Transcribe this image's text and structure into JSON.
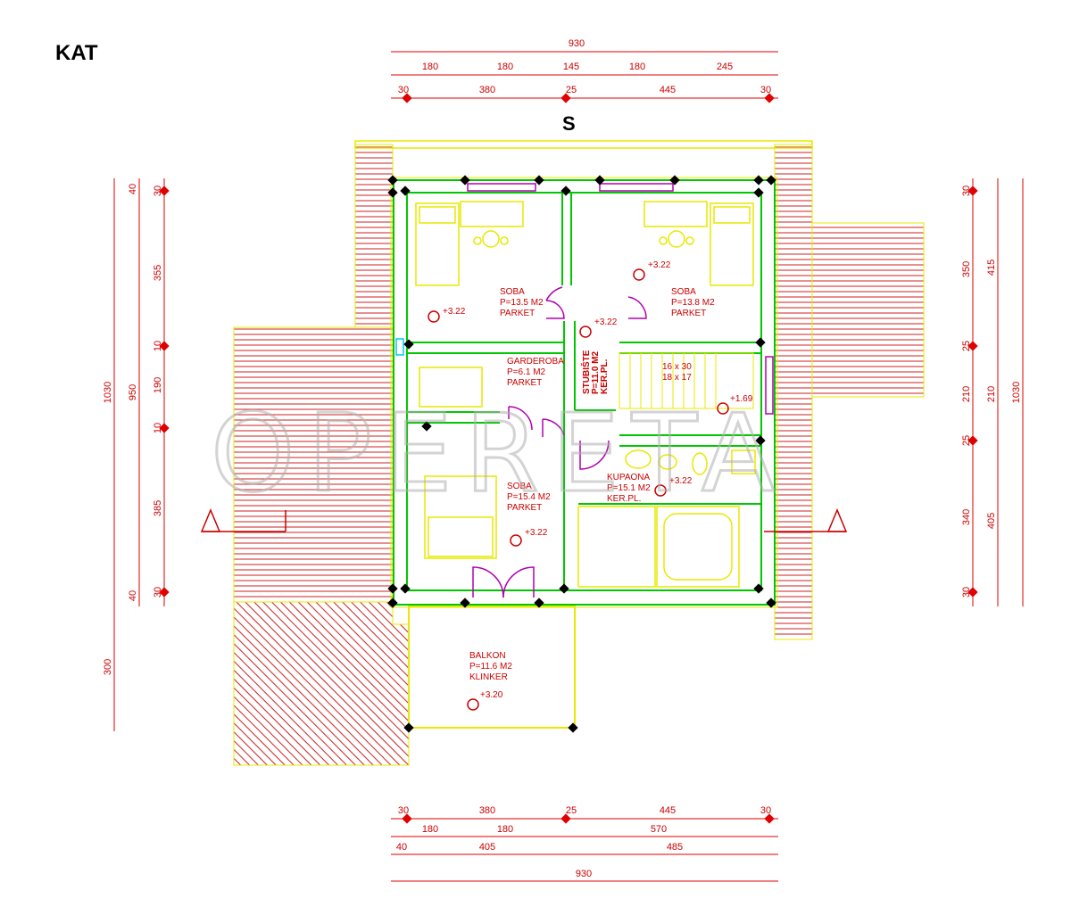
{
  "title": "KAT",
  "north": "S",
  "watermark": "OPERETA",
  "colors": {
    "dim": "#e00000",
    "wall": "#00c800",
    "outline": "#e8e800",
    "door": "#b000b0",
    "roof": "#cc2222",
    "mark": "#000000"
  },
  "top_dims": {
    "total": "930",
    "row1": [
      "180",
      "180",
      "145",
      "180",
      "245"
    ],
    "row2": [
      "30",
      "380",
      "25",
      "445",
      "30"
    ]
  },
  "bottom_dims": {
    "row1": [
      "30",
      "380",
      "25",
      "445",
      "30"
    ],
    "row2": [
      "180",
      "180",
      "570"
    ],
    "row3": [
      "40",
      "405",
      "485"
    ],
    "total": "930"
  },
  "left_dims": {
    "outer": [
      "1030",
      "300"
    ],
    "middle": [
      "40",
      "950",
      "40"
    ],
    "inner": [
      "30",
      "355",
      "10",
      "190",
      "10",
      "385",
      "30"
    ]
  },
  "right_dims": {
    "inner": [
      "30",
      "350",
      "25",
      "210",
      "25",
      "340",
      "30"
    ],
    "middle": [
      "415",
      "210",
      "405"
    ],
    "outer": "1030"
  },
  "rooms": {
    "soba1": {
      "name": "SOBA",
      "area": "P=13.5 M2",
      "floor": "PARKET",
      "level": "+3.22"
    },
    "soba2": {
      "name": "SOBA",
      "area": "P=13.8 M2",
      "floor": "PARKET",
      "level": "+3.22"
    },
    "hall_level": "+3.22",
    "garderoba": {
      "name": "GARDEROBA",
      "area": "P=6.1 M2",
      "floor": "PARKET"
    },
    "stubiste": {
      "name": "STUBIŠTE",
      "area": "P=11.0 M2",
      "floor": "KER.PL."
    },
    "stairs": {
      "steps1": "16 x 30",
      "steps2": "18 x 17",
      "level": "+1.69"
    },
    "soba3": {
      "name": "SOBA",
      "area": "P=15.4 M2",
      "floor": "PARKET",
      "level": "+3.22"
    },
    "kupaona": {
      "name": "KUPAONA",
      "area": "P=15.1 M2",
      "floor": "KER.PL.",
      "level": "+3.22"
    },
    "balkon": {
      "name": "BALKON",
      "area": "P=11.6 M2",
      "floor": "KLINKER",
      "level": "+3.20"
    }
  }
}
